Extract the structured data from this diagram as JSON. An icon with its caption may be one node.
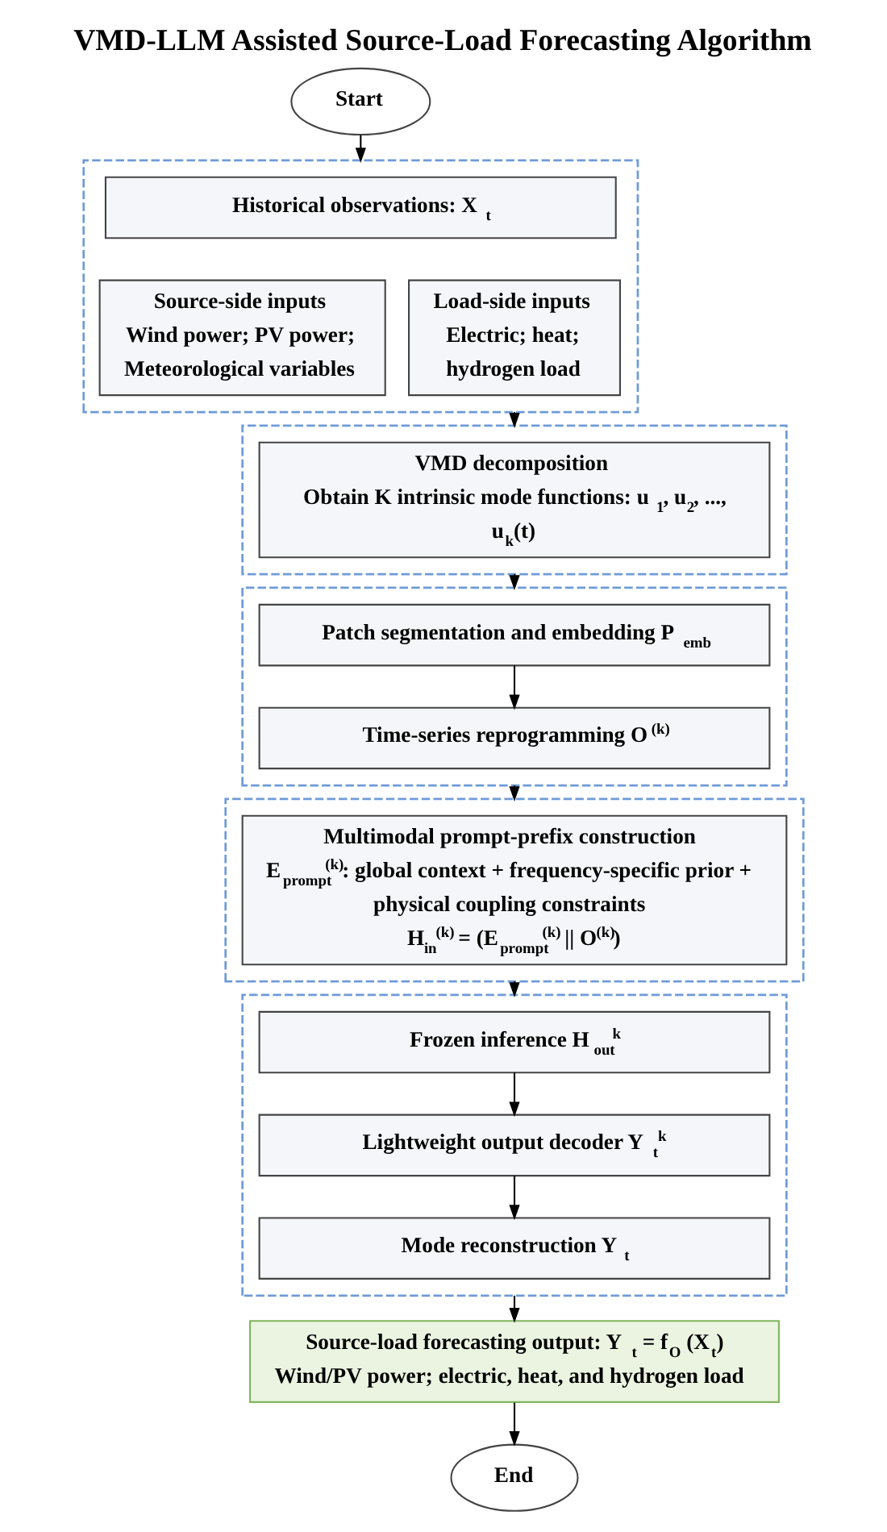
{
  "diagram": {
    "title": "VMD-LLM Assisted Source-Load Forecasting Algorithm",
    "nodes": [
      {
        "text": [
          "Start"
        ]
      },
      {
        "text": [],
        "shape": "box"
      },
      {
        "text": [
          "Historical observations: X$_{t}$"
        ],
        "in": 1
      },
      {
        "text": [
          "Source-side inputs",
          "Wind power; PV power; Meteorological variables"
        ],
        "in": 1
      },
      {
        "text": [
          "Load-side inputs",
          "Electric; heat; hydrogen load"
        ],
        "in": 1
      },
      {
        "text": [],
        "shape": "box"
      },
      {
        "text": [
          "VMD decomposition",
          "Obtain K intrinsic mode functions: u$_{1}$, u$_{2}$, ..., u$_{k}$(t)"
        ],
        "in": 5
      },
      {
        "text": [],
        "shape": "box"
      },
      {
        "text": [
          "Patch segmentation and embedding P$_{emb}$"
        ],
        "in": 7
      },
      {
        "text": [
          "Time-series reprogramming O$^{(k)}$"
        ],
        "in": 7
      },
      {
        "text": [],
        "shape": "box"
      },
      {
        "text": [
          "Multimodal prompt-prefix construction",
          "E$_{prompt}$$^{(k)}$: global context + frequency-specific prior + physical coupling constraints",
          "H$_{in}$$^{(k)}$ = (E$_{prompt}$$^{(k)}$ || O$^{(k)}$)"
        ],
        "in": 10
      },
      {
        "text": [],
        "shape": "box"
      },
      {
        "text": [
          "Frozen inference H$_{out}$$^{k}$"
        ],
        "in": 12
      },
      {
        "text": [
          "Lightweight output decoder Y$_{t}$$^{k}$"
        ],
        "in": 12
      },
      {
        "text": [
          "Mode reconstruction Y$_{t}$"
        ],
        "in": 12
      },
      {
        "text": [
          "Source-load forecasting output: Y$_{t}$ = f$_{O}$ (X$_{t}$)",
          "Wind/PV power; electric, heat, and hydrogen load"
        ]
      },
      {
        "text": [
          "End"
        ]
      }
    ],
    "edges": [
      {
        "from": 0,
        "to": 1,
        "arrow": "to"
      },
      {
        "from": 1,
        "to": 5,
        "arrow": "to"
      },
      {
        "from": 5,
        "to": 7,
        "arrow": "to"
      },
      {
        "from": 8,
        "to": 9,
        "arrow": "to"
      },
      {
        "from": 7,
        "to": 10,
        "arrow": "to"
      },
      {
        "from": 10,
        "to": 12,
        "arrow": "to"
      },
      {
        "from": 13,
        "to": 14,
        "arrow": "to"
      },
      {
        "from": 14,
        "to": 15,
        "arrow": "to"
      },
      {
        "from": 12,
        "to": 16,
        "arrow": "to"
      },
      {
        "from": 16,
        "to": 17,
        "arrow": "to"
      }
    ]
  }
}
